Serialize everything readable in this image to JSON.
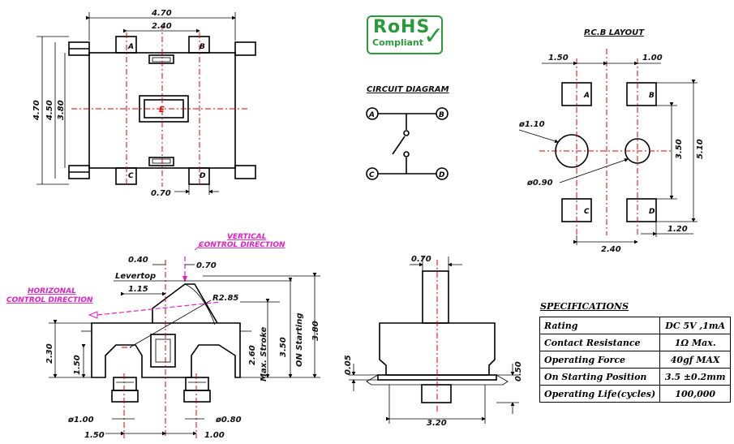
{
  "rohs": {
    "line1": "RoHS",
    "line2": "Compliant"
  },
  "top_view": {
    "dims": {
      "width": "4.70",
      "pad_span": "2.40",
      "height_outer": "4.70",
      "height_mid": "4.50",
      "height_inner": "3.80",
      "pad_width": "0.70"
    },
    "pads": [
      "A",
      "B",
      "C",
      "D"
    ],
    "center": "E"
  },
  "circuit": {
    "title": "CIRCUIT DIAGRAM",
    "nodes": [
      "A",
      "B",
      "C",
      "D"
    ]
  },
  "pcb": {
    "title": "P.C.B LAYOUT",
    "dims": {
      "left_x": "1.50",
      "right_x": "1.00",
      "hole_large": "ø1.10",
      "hole_small": "ø0.90",
      "v_inner": "3.50",
      "v_outer": "5.10",
      "pad_w": "1.20",
      "span": "2.40"
    },
    "pads": [
      "A",
      "B",
      "C",
      "D"
    ]
  },
  "side_view": {
    "vertical_label": [
      "VERTICAL",
      "CONTROL DIRECTION"
    ],
    "horizontal_label": [
      "HORIZONAL",
      "CONTROL DIRECTION"
    ],
    "dims": {
      "d040": "0.40",
      "d070": "0.70",
      "levertop": "Levertop",
      "d115": "1.15",
      "r285": "R2.85",
      "d230": "2.30",
      "d150": "1.50",
      "d260": "2.60",
      "max_stroke": "Max. Stroke",
      "d350": "3.50",
      "on_starting": "ON  Starting",
      "d380": "3.80",
      "pin1": "ø1.00",
      "pin2": "ø0.80",
      "b150": "1.50",
      "b100": "1.00"
    }
  },
  "front_view": {
    "dims": {
      "top": "0.70",
      "left": "0.05",
      "right": "0.50",
      "bottom": "3.20"
    }
  },
  "specs": {
    "title": "SPECIFICATIONS",
    "rows": [
      {
        "label": "Rating",
        "value": "DC 5V ,1mA"
      },
      {
        "label": "Contact Resistance",
        "value": "1Ω Max."
      },
      {
        "label": "Operating Force",
        "value": "40gf MAX"
      },
      {
        "label": "On Starting Position",
        "value": "3.5 ±0.2mm"
      },
      {
        "label": "Operating Life(cycles)",
        "value": "100,000"
      }
    ]
  }
}
